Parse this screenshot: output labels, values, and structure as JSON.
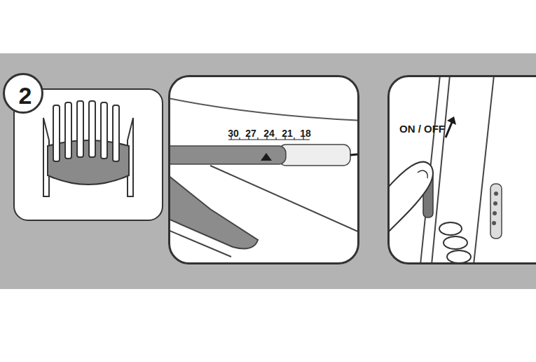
{
  "diagram": {
    "nodes": [
      {
        "text": [
          "2"
        ]
      },
      {
        "text": [
          "30",
          "27",
          "24",
          "21",
          "18"
        ]
      },
      {
        "text": [
          "ON / OFF"
        ]
      }
    ]
  }
}
